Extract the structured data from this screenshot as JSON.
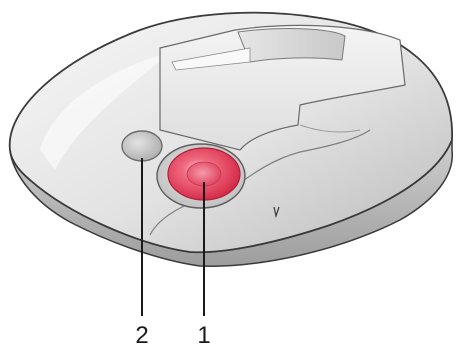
{
  "callouts": [
    {
      "id": "2",
      "label": "2",
      "target": "small-grey-button"
    },
    {
      "id": "1",
      "label": "1",
      "target": "main-red-button"
    }
  ],
  "colors": {
    "shell_light": "#f2f2f2",
    "shell_mid": "#d4d4d4",
    "shell_dark": "#a8a8a8",
    "panel": "#ececec",
    "red_button": "#e8465e",
    "red_button_highlight": "#f7b7c2",
    "grey_button": "#bdbdbd",
    "outline": "#3a3a3a"
  }
}
